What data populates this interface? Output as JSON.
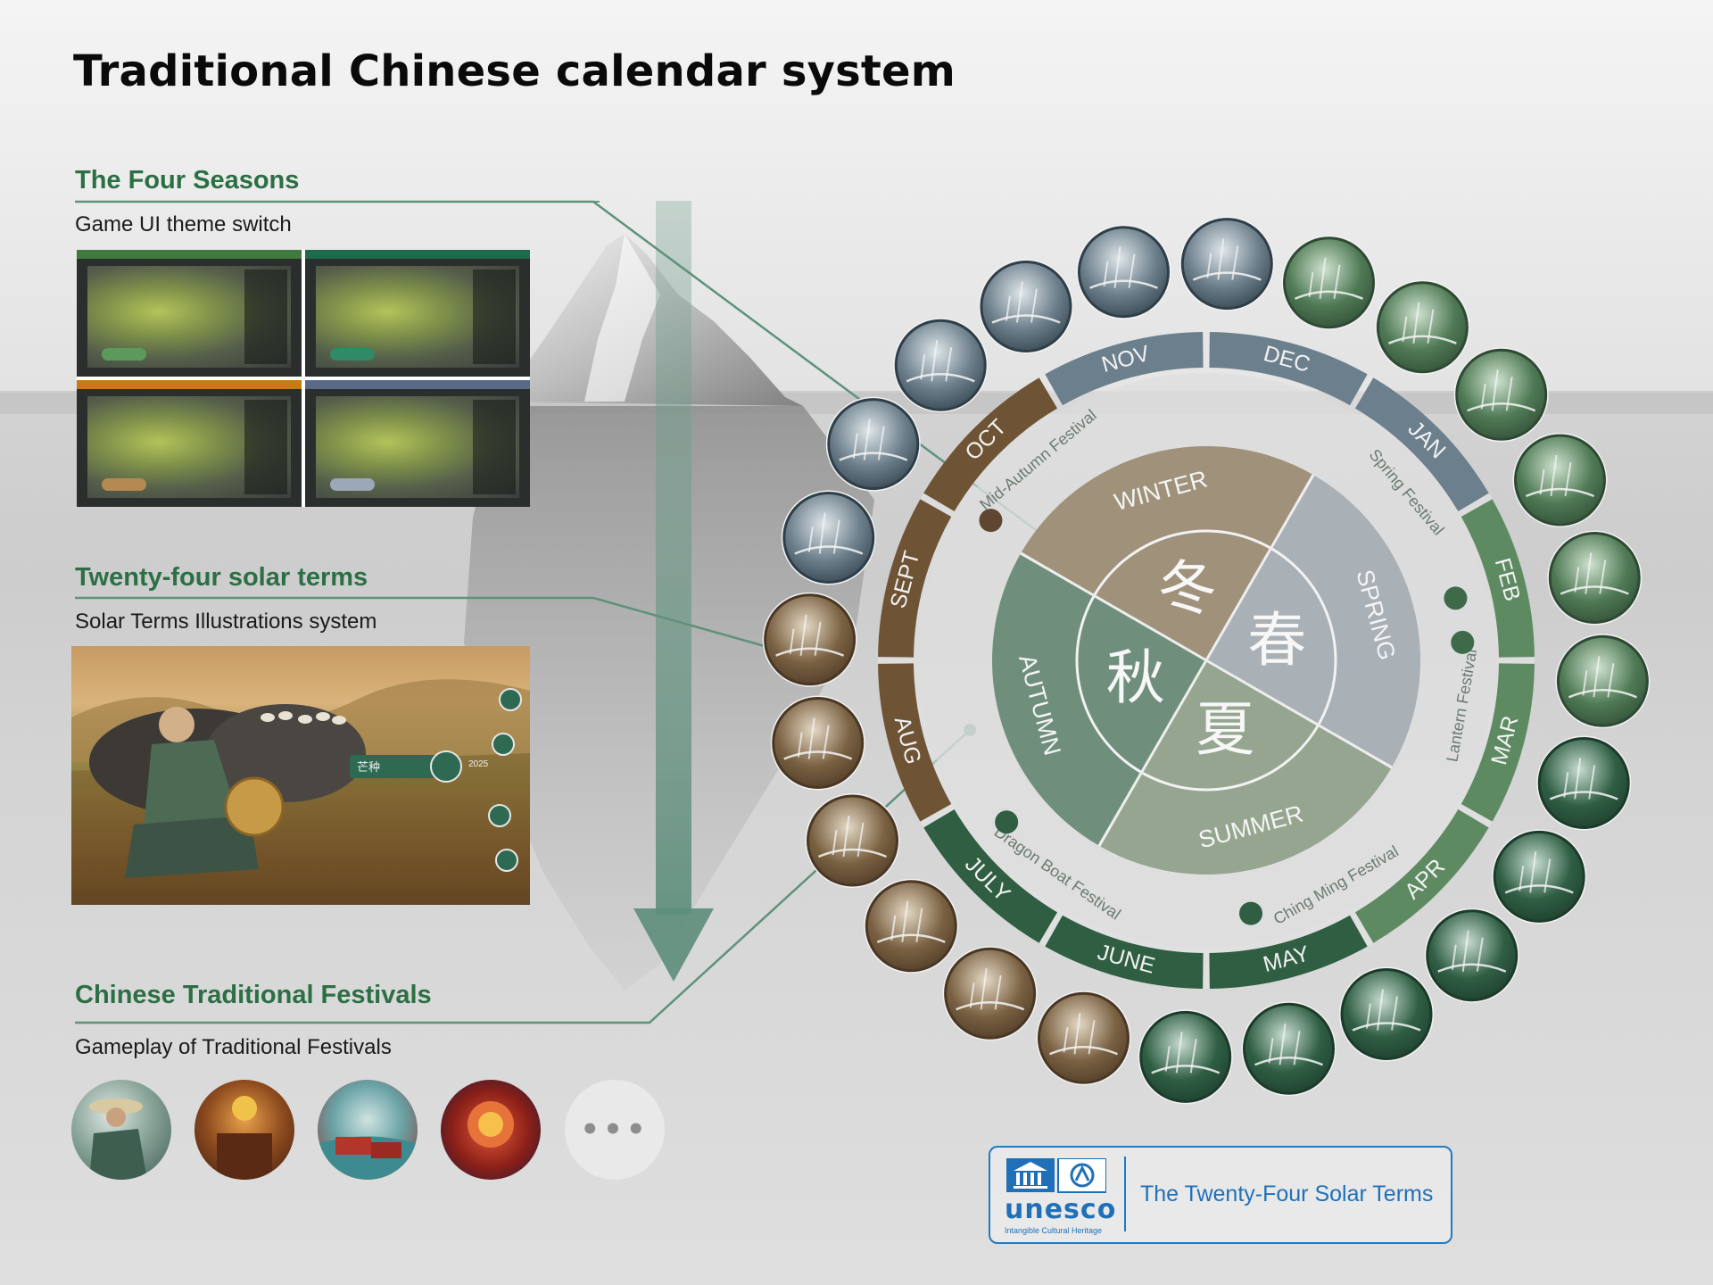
{
  "title": "Traditional Chinese calendar system",
  "sections": [
    {
      "title": "The Four Seasons",
      "subtitle": "Game UI theme switch"
    },
    {
      "title": "Twenty-four solar terms",
      "subtitle": "Solar Terms Illustrations system"
    },
    {
      "title": "Chinese Traditional Festivals",
      "subtitle": "Gameplay of Traditional Festivals"
    }
  ],
  "more_label": "•••",
  "art_caption": {
    "term": "芒种",
    "date": "2025"
  },
  "wheel": {
    "seasons": [
      {
        "name": "SPRING",
        "char": "春",
        "color": "#a9b0b6"
      },
      {
        "name": "SUMMER",
        "char": "夏",
        "color": "#95a58f"
      },
      {
        "name": "AUTUMN",
        "char": "秋",
        "color": "#6f8f7c"
      },
      {
        "name": "WINTER",
        "char": "冬",
        "color": "#a0917b"
      }
    ],
    "months": [
      "NOV",
      "DEC",
      "JAN",
      "FEB",
      "MAR",
      "APR",
      "MAY",
      "JUNE",
      "JULY",
      "AUG",
      "SEPT",
      "OCT"
    ],
    "festivals": [
      "Spring Festival",
      "Lantern Festival",
      "Ching Ming Festival",
      "Dragon Boat Festival",
      "Mid-Autumn Festival"
    ],
    "colors": {
      "winter_ring": "#6c7f8c",
      "spring_ring": "#5e8a62",
      "summer_ring": "#2f5e42",
      "autumn_ring": "#6e5435"
    }
  },
  "unesco": {
    "brand": "unesco",
    "tagline": "Intangible Cultural Heritage",
    "label": "The Twenty-Four Solar Terms"
  }
}
